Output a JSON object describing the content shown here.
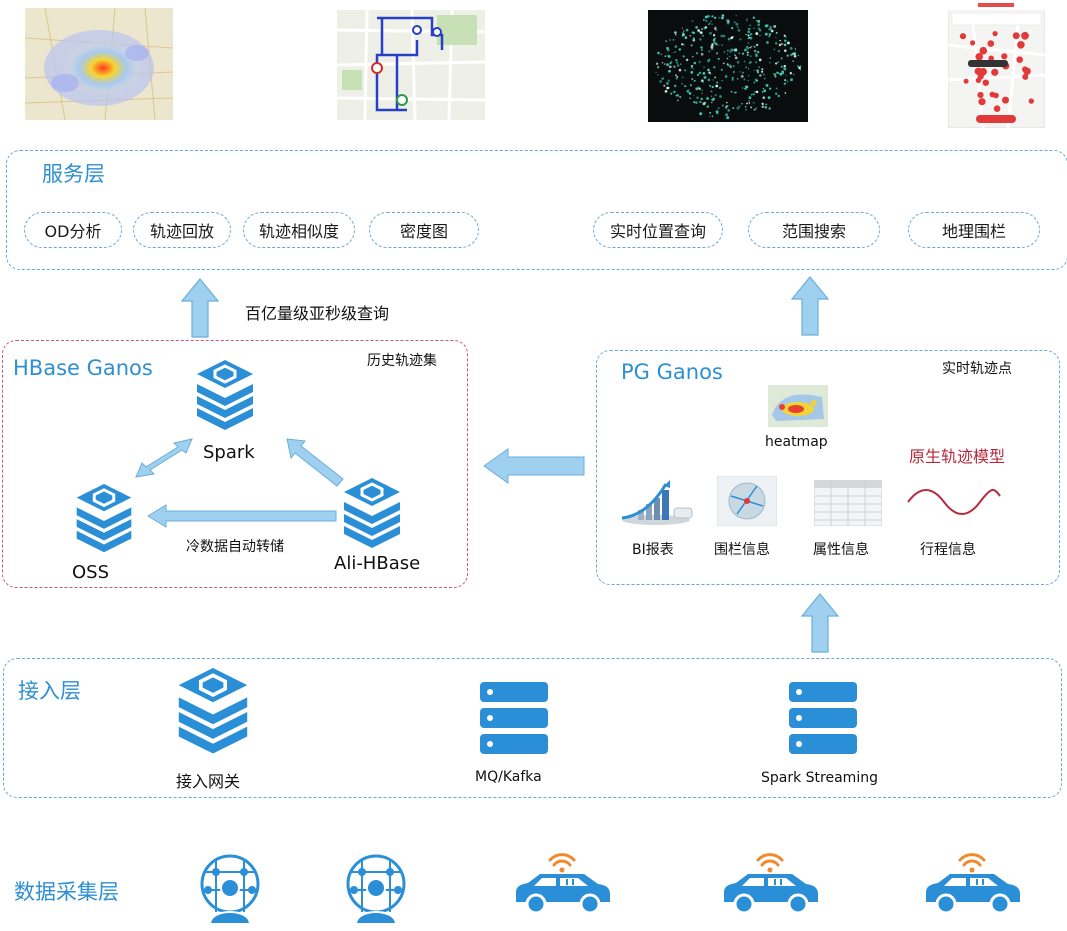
{
  "service_layer": {
    "title": "服务层",
    "items": [
      "OD分析",
      "轨迹回放",
      "轨迹相似度",
      "密度图",
      "实时位置查询",
      "范围搜索",
      "地理围栏"
    ]
  },
  "edge_labels": {
    "hbase_to_service": "百亿量级亚秒级查询",
    "cold_data": "冷数据自动转储"
  },
  "hbase_ganos": {
    "title": "HBase Ganos",
    "note": "历史轨迹集",
    "nodes": {
      "spark": "Spark",
      "oss": "OSS",
      "ali_hbase": "Ali-HBase"
    }
  },
  "pg_ganos": {
    "title": "PG Ganos",
    "note": "实时轨迹点",
    "heatmap_label": "heatmap",
    "model_label": "原生轨迹模型",
    "features": [
      "BI报表",
      "围栏信息",
      "属性信息",
      "行程信息"
    ]
  },
  "ingest_layer": {
    "title": "接入层",
    "items": [
      "接入网关",
      "MQ/Kafka",
      "Spark Streaming"
    ]
  },
  "collection_layer": {
    "title": "数据采集层"
  },
  "colors": {
    "accent": "#2f8fd3",
    "icon_blue": "#2a8fd6",
    "arrow": "#9fd0f0",
    "red_border": "#c7596f",
    "signal_orange": "#f08a2c"
  }
}
